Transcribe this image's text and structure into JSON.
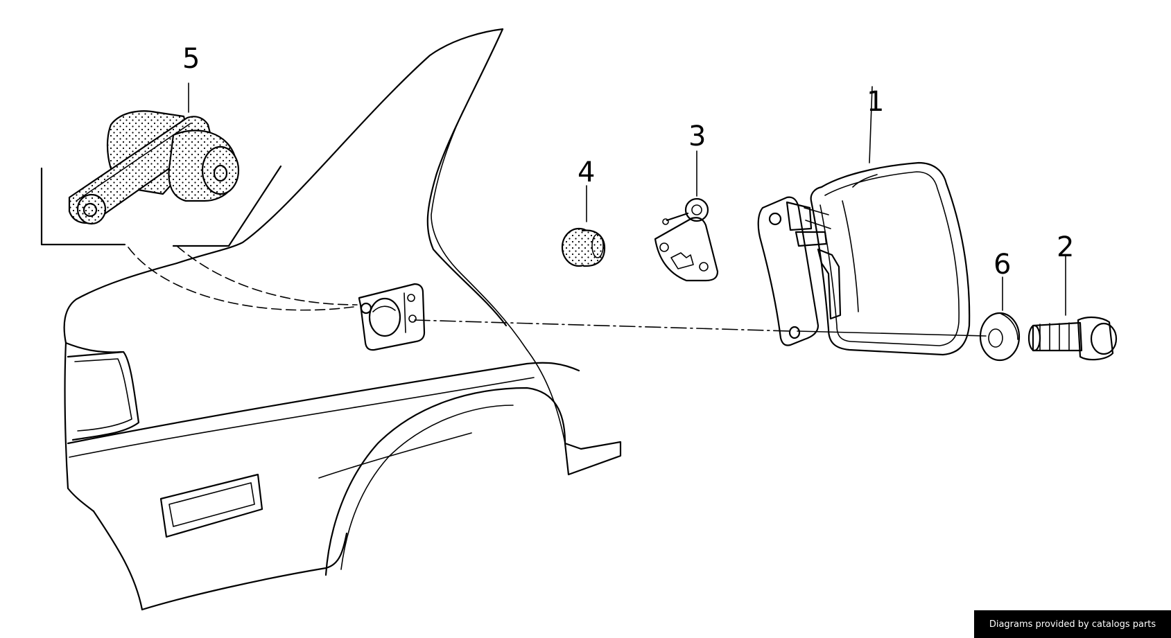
{
  "callouts": {
    "part_1": "1",
    "part_2": "2",
    "part_3": "3",
    "part_4": "4",
    "part_5": "5",
    "part_6": "6"
  },
  "credit": {
    "text": "Diagrams provided by catalogs parts",
    "background": "#000000",
    "color": "#ffffff"
  },
  "colors": {
    "line": "#000000",
    "background": "#ffffff"
  }
}
